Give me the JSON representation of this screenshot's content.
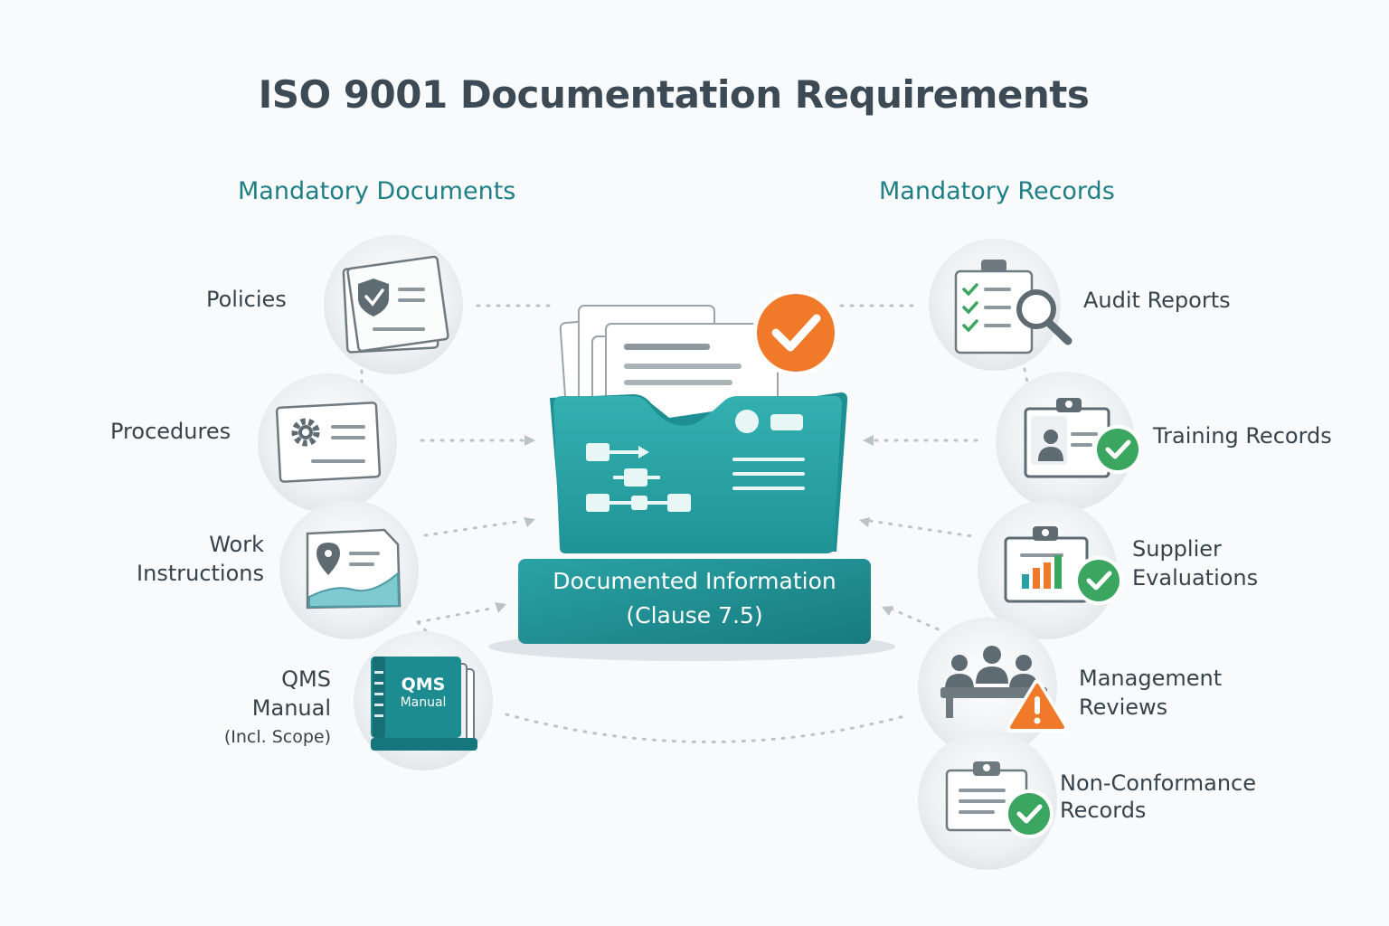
{
  "title": "ISO 9001 Documentation Requirements",
  "sections": {
    "documents": "Mandatory Documents",
    "records": "Mandatory Records"
  },
  "center": {
    "line1": "Documented Information",
    "line2": "(Clause 7.5)"
  },
  "documents": [
    {
      "lines": [
        "Policies"
      ],
      "icon": "shield-document-icon"
    },
    {
      "lines": [
        "Procedures"
      ],
      "icon": "gear-document-icon"
    },
    {
      "lines": [
        "Work",
        "Instructions"
      ],
      "icon": "map-document-icon"
    },
    {
      "lines": [
        "QMS",
        "Manual",
        "(Incl. Scope)"
      ],
      "icon": "manual-binder-icon",
      "badge_line1": "QMS",
      "badge_line2": "Manual"
    }
  ],
  "records": [
    {
      "lines": [
        "Audit Reports"
      ],
      "icon": "checklist-magnifier-icon"
    },
    {
      "lines": [
        "Training Records"
      ],
      "icon": "person-clipboard-icon"
    },
    {
      "lines": [
        "Supplier",
        "Evaluations"
      ],
      "icon": "bar-chart-clipboard-icon"
    },
    {
      "lines": [
        "Management",
        "Reviews"
      ],
      "icon": "meeting-warning-icon"
    },
    {
      "lines": [
        "Non-Conformance",
        "Records"
      ],
      "icon": "clipboard-check-icon"
    }
  ],
  "colors": {
    "teal": "#2aa0a3",
    "teal_dark": "#1a7f85",
    "orange": "#f07a2a",
    "green": "#3aa660",
    "text": "#37434c",
    "heading": "#1f7f86"
  }
}
